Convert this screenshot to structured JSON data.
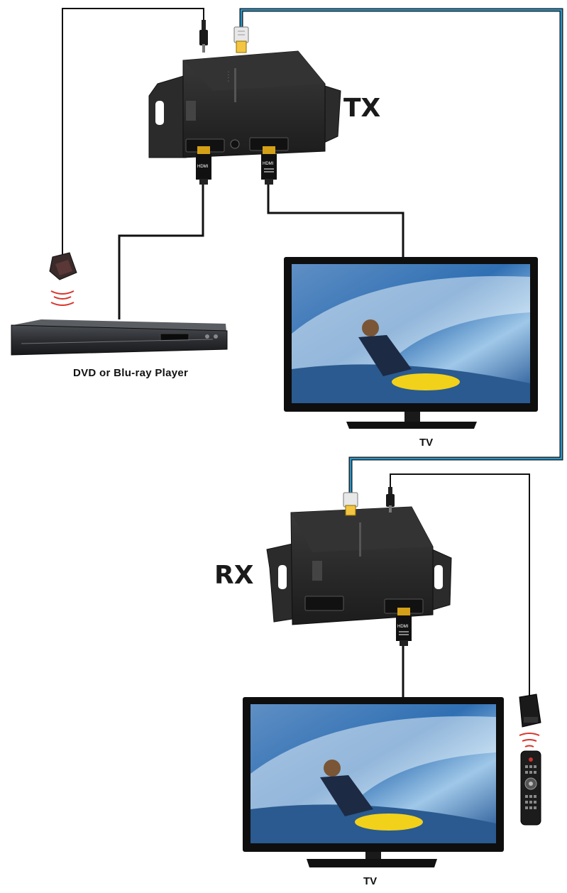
{
  "labels": {
    "tx": "TX",
    "rx": "RX",
    "tv_top": "TV",
    "tv_bottom": "TV",
    "source": "DVD or Blu-ray Player",
    "hdmi_1": "HDMI",
    "hdmi_2": "HDMI",
    "hdmi_3": "HDMI"
  },
  "colors": {
    "cable_black": "#111111",
    "cable_network": "#1e8ab8",
    "device_body": "#2a2a2a",
    "hdmi_gold": "#d4a017",
    "ir_signal": "#d9352b"
  },
  "icons": [
    "ir-receiver-icon",
    "ir-emitter-icon",
    "remote-control-icon",
    "rj45-plug-icon",
    "hdmi-plug-icon",
    "tv-icon",
    "dvd-player-icon",
    "extender-box-icon"
  ]
}
